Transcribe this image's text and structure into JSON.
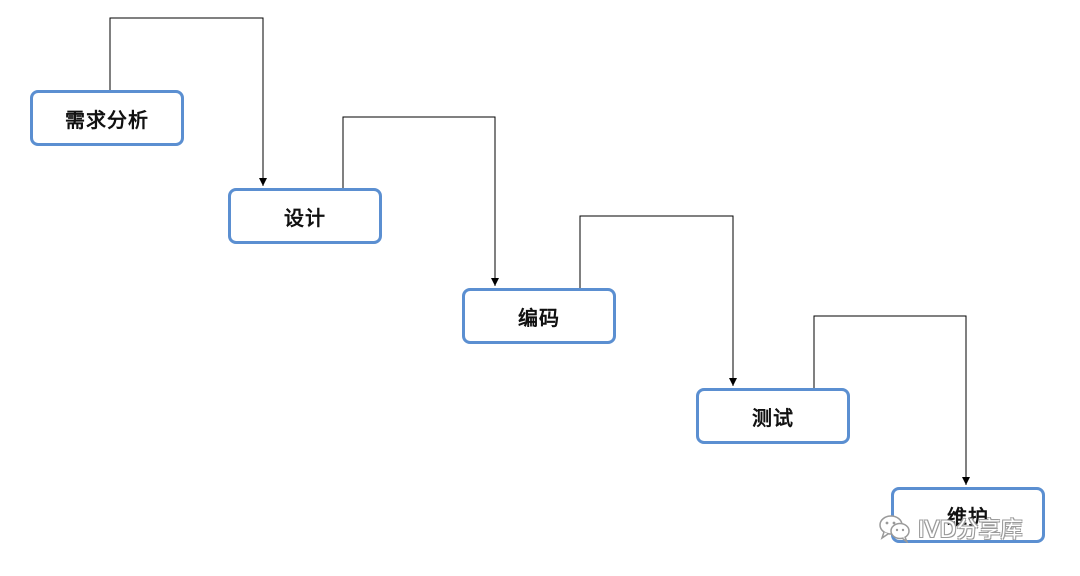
{
  "diagram": {
    "stages": [
      {
        "label": "需求分析"
      },
      {
        "label": "设计"
      },
      {
        "label": "编码"
      },
      {
        "label": "测试"
      },
      {
        "label": "维护"
      }
    ],
    "box_border_color": "#5b8fd1",
    "connector_color": "#000000"
  },
  "watermark": {
    "text": "IVD分享库",
    "icon": "wechat-icon"
  }
}
